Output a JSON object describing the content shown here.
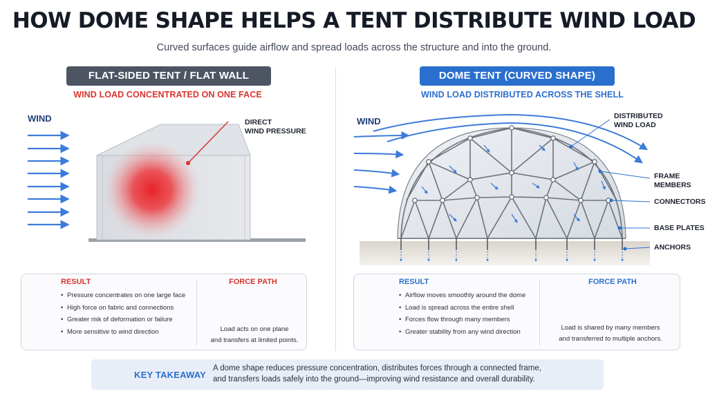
{
  "title": "HOW DOME SHAPE HELPS A TENT DISTRIBUTE WIND LOAD",
  "subtitle": "Curved surfaces guide airflow and spread loads across the structure and into the ground.",
  "left_panel": {
    "badge": "FLAT-SIDED TENT / FLAT WALL",
    "heading": "WIND LOAD CONCENTRATED ON ONE FACE",
    "wind_label": "WIND",
    "callout_line1": "DIRECT",
    "callout_line2": "WIND PRESSURE",
    "result_title": "RESULT",
    "result_items": [
      "Pressure concentrates on one large face",
      "High force on fabric and connections",
      "Greater risk of deformation or failure",
      "More sensitive to wind direction"
    ],
    "force_title": "FORCE PATH",
    "force_text_line1": "Load acts on one plane",
    "force_text_line2": "and transfers at limited points."
  },
  "right_panel": {
    "badge": "DOME TENT (CURVED SHAPE)",
    "heading": "WIND LOAD DISTRIBUTED ACROSS THE SHELL",
    "wind_label": "WIND",
    "labels": {
      "distributed_line1": "DISTRIBUTED",
      "distributed_line2": "WIND LOAD",
      "frame_line1": "FRAME",
      "frame_line2": "MEMBERS",
      "connectors": "CONNECTORS",
      "base_plates": "BASE PLATES",
      "anchors": "ANCHORS"
    },
    "result_title": "RESULT",
    "result_items": [
      "Airflow moves smoothly around the dome",
      "Load is spread across the entire shell",
      "Forces flow through many members",
      "Greater stability from any wind direction"
    ],
    "force_title": "FORCE PATH",
    "force_text_line1": "Load is shared by many members",
    "force_text_line2": "and transferred to multiple anchors."
  },
  "takeaway": {
    "label": "KEY TAKEAWAY",
    "text_line1": "A dome shape reduces pressure concentration, distributes forces through a connected frame,",
    "text_line2": "and transfers loads safely into the ground—improving wind resistance and overall durability."
  },
  "colors": {
    "accent_blue": "#2b6fce",
    "alert_red": "#d9332f",
    "badge_gray": "#4d5563",
    "wind_blue": "#3d7bd9"
  },
  "icons": {
    "left_result": "exclamation-circle-icon",
    "right_result": "checkmark-circle-icon",
    "takeaway": "wind-icon"
  }
}
